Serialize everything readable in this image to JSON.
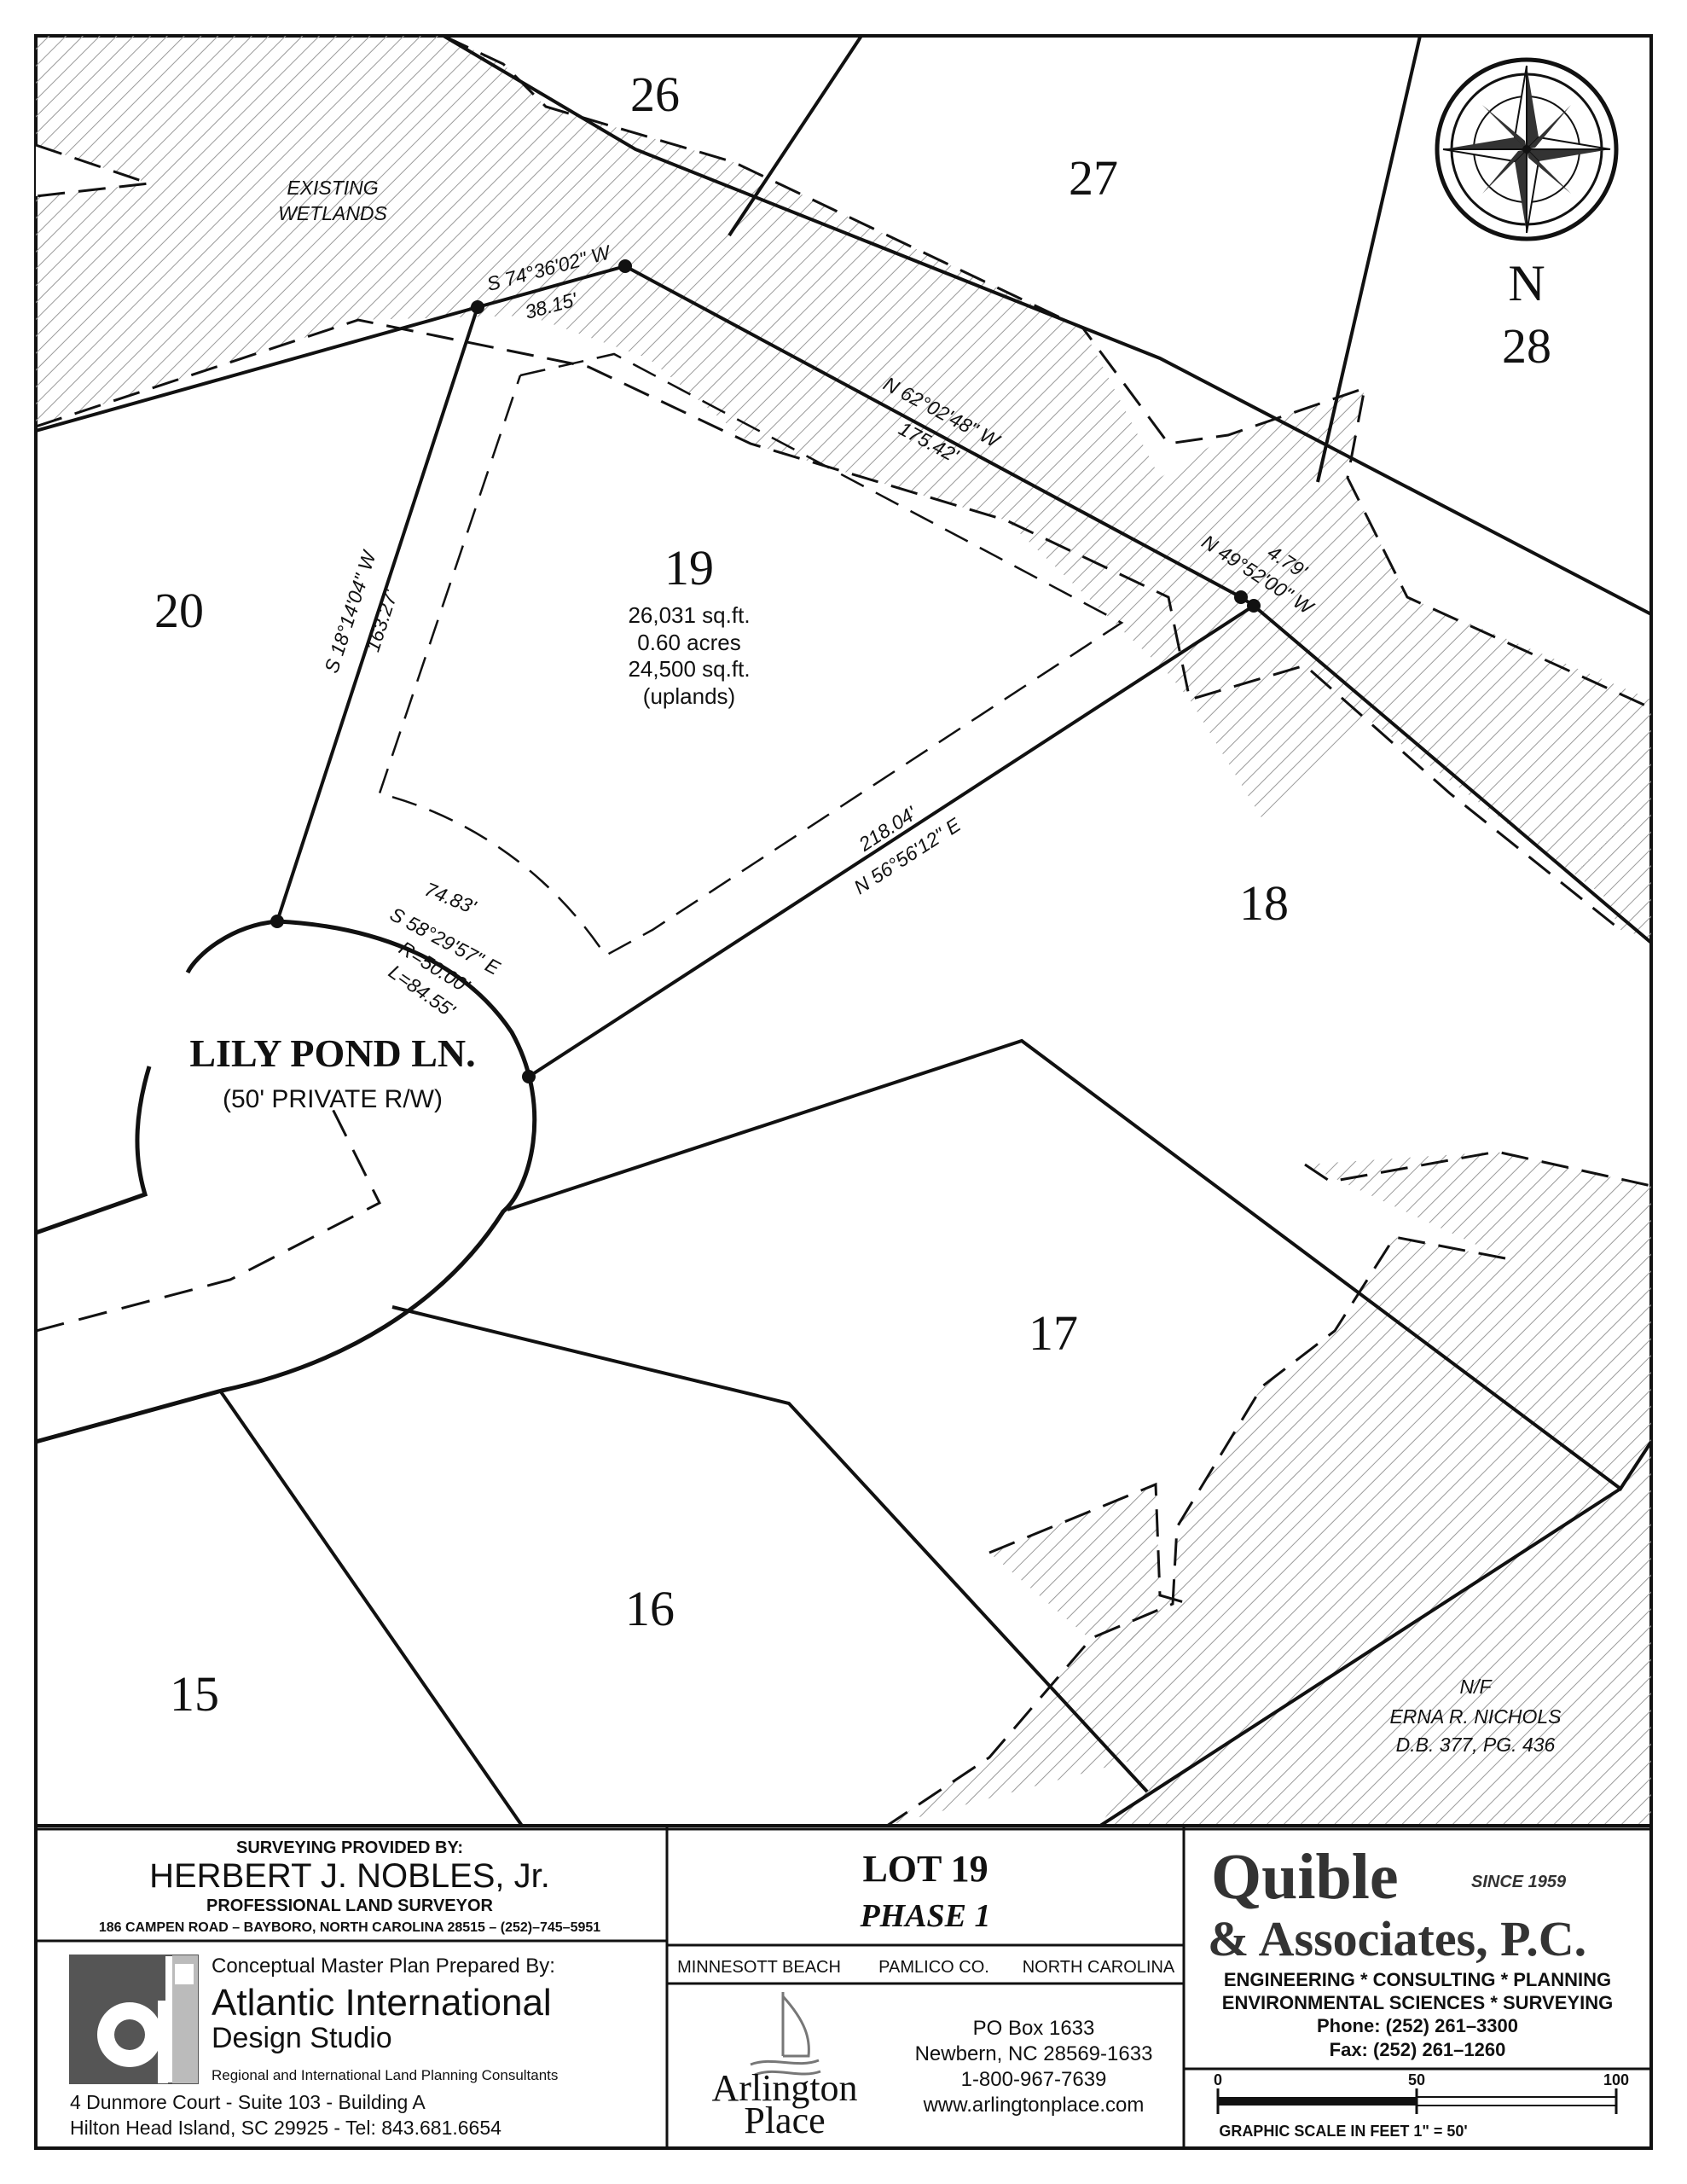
{
  "lots": {
    "l26": "26",
    "l27": "27",
    "l28": "28",
    "l20": "20",
    "l19": "19",
    "l18": "18",
    "l17": "17",
    "l16": "16",
    "l15": "15"
  },
  "lot19_info": {
    "area_sqft": "26,031 sq.ft.",
    "area_acres": "0.60 acres",
    "uplands_sqft": "24,500 sq.ft.",
    "uplands_note": "(uplands)"
  },
  "labels": {
    "wetlands_line1": "EXISTING",
    "wetlands_line2": "WETLANDS",
    "north": "N",
    "street_name": "LILY POND LN.",
    "street_row": "(50' PRIVATE R/W)",
    "nf": "N/F",
    "owner": "ERNA R. NICHOLS",
    "deed": "D.B. 377, PG. 436"
  },
  "bearings": {
    "b1": "S 74°36'02\" W",
    "d1": "38.15'",
    "b2": "N 62°02'48\" W",
    "d2": "175.42'",
    "b3": "N 49°52'00\" W",
    "d3": "4.79'",
    "b4": "S 18°14'04\" W",
    "d4": "163.27'",
    "b5": "218.04'",
    "d5": "N 56°56'12\" E",
    "curve_chord": "74.83'",
    "curve_bearing": "S 58°29'57\" E",
    "curve_radius": "R=50.00'",
    "curve_length": "L=84.55'"
  },
  "titleblock": {
    "surveyor": {
      "provided_by": "SURVEYING PROVIDED BY:",
      "name": "HERBERT J. NOBLES, Jr.",
      "title": "PROFESSIONAL LAND SURVEYOR",
      "address": "186 CAMPEN ROAD – BAYBORO, NORTH CAROLINA 28515 – (252)–745–5951"
    },
    "planner": {
      "prepared_by": "Conceptual Master Plan Prepared By:",
      "name1": "Atlantic International",
      "name2": "Design Studio",
      "tagline": "Regional and International Land Planning Consultants",
      "address1": "4 Dunmore Court - Suite 103 - Building A",
      "address2": "Hilton Head Island, SC  29925 - Tel:  843.681.6654"
    },
    "lot": {
      "title": "LOT 19",
      "phase": "PHASE 1",
      "town": "MINNESOTT BEACH",
      "county": "PAMLICO CO.",
      "state": "NORTH CAROLINA"
    },
    "arlington": {
      "logo_line1": "Arlington",
      "logo_line2": "Place",
      "pobox": "PO Box 1633",
      "city": "Newbern, NC 28569-1633",
      "phone": "1-800-967-7639",
      "web": "www.arlingtonplace.com"
    },
    "engineer": {
      "name1": "Quible",
      "since": "SINCE 1959",
      "name2": "& Associates, P.C.",
      "services1": "ENGINEERING * CONSULTING * PLANNING",
      "services2": "ENVIRONMENTAL SCIENCES * SURVEYING",
      "phone": "Phone: (252) 261–3300",
      "fax": "Fax: (252) 261–1260"
    },
    "scale": {
      "t0": "0",
      "t50": "50",
      "t100": "100",
      "caption": "GRAPHIC SCALE IN FEET 1\" = 50'"
    }
  }
}
